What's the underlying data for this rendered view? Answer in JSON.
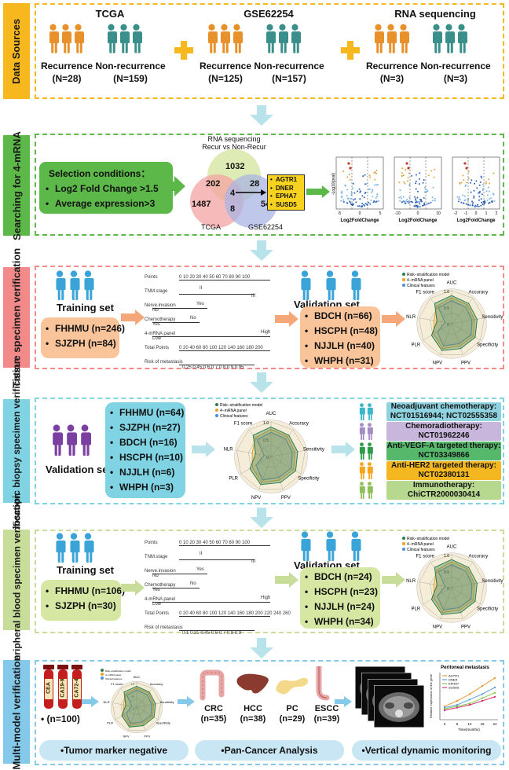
{
  "sections": {
    "data_sources": "Data Sources",
    "searching": "Searching for 4-mRNA",
    "tissue": "Tissue specimen verification",
    "endoscopic": "Endoscopic biopsy specimen verification",
    "peripheral": "Peripheral blood specimen verification",
    "multimodel": "Multi-model verification"
  },
  "data_sources": {
    "groups": [
      {
        "title": "TCGA",
        "rec_label": "Recurrence",
        "rec_n": "(N=28)",
        "non_label": "Non-recurrence",
        "non_n": "(N=159)"
      },
      {
        "title": "GSE62254",
        "rec_label": "Recurrence",
        "rec_n": "(N=125)",
        "non_label": "Non-recurrence",
        "non_n": "(N=157)"
      },
      {
        "title": "RNA sequencing",
        "rec_label": "Recurrence",
        "rec_n": "(N=3)",
        "non_label": "Non-recurrence",
        "non_n": "(N=3)"
      }
    ]
  },
  "searching": {
    "conditions_title": "Selection conditions：",
    "conditions": [
      "Log2 Fold Change >1.5",
      "Average expression>3"
    ],
    "venn_title_line1": "RNA sequencing",
    "venn_title_line2": "Recur vs Non-Recur",
    "venn_numbers": {
      "top": "1032",
      "left": "1487",
      "right": "54",
      "tl": "202",
      "tr": "28",
      "center": "4",
      "bottom": "8"
    },
    "venn_labels": {
      "left": "TCGA",
      "right": "GSE62254"
    },
    "genes": [
      "AGTR1",
      "DNER",
      "EPHA7",
      "SUSD5"
    ],
    "volcano_ylabel": "-Log10(pval)",
    "volcano_xlabel": "Log2FoldChange",
    "volcano_ticks": [
      [
        "-5",
        "0",
        "5"
      ],
      [
        "-10",
        "0",
        "10"
      ],
      [
        "-2",
        "-1",
        "0",
        "1",
        "2"
      ]
    ]
  },
  "tissue": {
    "training_label": "Training set",
    "training_items": [
      "FHHMU (n=246)",
      "SJZPH (n=84)"
    ],
    "validation_label": "Validation set",
    "validation_items": [
      "BDCH (n=66)",
      "HSCPH (n=48)",
      "NJJLH (n=40)",
      "WHPH (n=31)"
    ]
  },
  "nomogram": {
    "rows": [
      "Points",
      "TNM.stage",
      "Nerve.invasion",
      "Chemotherapy",
      "4-mRNA panel",
      "Total Points",
      "Risk of metastasis"
    ],
    "points_ticks": "0  10  20  30  40  50  60  70  80  90  100",
    "tnm": [
      "II",
      "III"
    ],
    "nerve": [
      "Yes",
      "No"
    ],
    "chemo": [
      "No",
      "Yes"
    ],
    "mrna": [
      "High",
      "Low"
    ],
    "total_ticks": "0  20  40  60  80  100  120  140  160  180  200",
    "risk_ticks": "0.25  0.45 0.6 0.7 0.8   0.9   0.95",
    "total_ticks_2": "0  20  40  60  80 100 120 140 160 180 200 220 240 260",
    "risk_ticks_2": "0.1    0.25   0.45 0.6 0.7 0.8 0.9"
  },
  "radar": {
    "legend": [
      "Risk−stratification model",
      "4−mRNA panel",
      "Clinical features"
    ],
    "axes": [
      "AUC",
      "Accuracy",
      "Sensitivity",
      "Specificity",
      "PPV",
      "NPV",
      "PLR",
      "NLR",
      "F1 score"
    ],
    "rings": [
      "1.0",
      "0.5",
      "0"
    ],
    "colors": {
      "risk": "#2e7d4a",
      "mrna": "#e6a02b",
      "clinical": "#4a90d9"
    },
    "series_values": {
      "risk": [
        0.85,
        0.8,
        0.78,
        0.82,
        0.8,
        0.86,
        0.7,
        0.45,
        0.8
      ],
      "mrna": [
        0.78,
        0.74,
        0.7,
        0.75,
        0.72,
        0.8,
        0.62,
        0.55,
        0.7
      ],
      "clinical": [
        0.7,
        0.66,
        0.62,
        0.68,
        0.64,
        0.72,
        0.5,
        0.2,
        0.62
      ]
    }
  },
  "endoscopic": {
    "validation_label": "Validation set",
    "items": [
      "FHHMU (n=64)",
      "SJZPH (n=27)",
      "BDCH (n=16)",
      "HSCPH (n=10)",
      "NJJLH (n=6)",
      "WHPH (n=3)"
    ],
    "therapies": [
      {
        "line1": "Neoadjuvant chemotherapy:",
        "line2": "NCT01516944; NCT02555358",
        "color": "#8fd3e0"
      },
      {
        "line1": "Chemoradiotherapy:",
        "line2": "NCT01962246",
        "color": "#c9b6dc"
      },
      {
        "line1": "Anti-VEGF-A targeted therapy:",
        "line2": "NCT03349866",
        "color": "#56b86b"
      },
      {
        "line1": "Anti-HER2 targeted therapy:",
        "line2": "NCT02380131",
        "color": "#f4b71f"
      },
      {
        "line1": "Immunotherapy:",
        "line2": "ChiCTR2000030414",
        "color": "#b6d88f"
      }
    ]
  },
  "peripheral": {
    "training_label": "Training set",
    "training_items": [
      "FHHMU (n=106)",
      "SJZPH (n=30)"
    ],
    "validation_label": "Validation set",
    "validation_items": [
      "BDCH (n=24)",
      "HSCPH (n=23)",
      "NJJLH (n=24)",
      "WHPH (n=34)"
    ]
  },
  "multimodel": {
    "tubes": [
      "CEA",
      "CA19-9",
      "CA72-4"
    ],
    "n_label": "(n=100)",
    "organs": [
      {
        "name": "CRC",
        "n": "(n=35)"
      },
      {
        "name": "HCC",
        "n": "(n=38)"
      },
      {
        "name": "PC",
        "n": "(n=29)"
      },
      {
        "name": "ESCC",
        "n": "(n=39)"
      }
    ],
    "line_chart": {
      "title": "Peritoneal metastasis",
      "legend": [
        "AGTR1",
        "DNER",
        "EPHA7",
        "SUSD5"
      ],
      "colors": [
        "#e89a3c",
        "#5aa0d8",
        "#8bc34a",
        "#d6336c"
      ],
      "xlabel": "Time(months)",
      "ylabel": "Relative expression of the gene",
      "x_ticks": [
        "3",
        "6",
        "12",
        "18",
        "24"
      ],
      "values": [
        [
          1.0,
          1.4,
          1.9,
          2.5,
          3.1
        ],
        [
          0.9,
          1.1,
          1.5,
          1.9,
          2.4
        ],
        [
          0.8,
          1.0,
          1.2,
          1.6,
          2.0
        ],
        [
          0.7,
          0.9,
          1.1,
          1.4,
          1.7
        ]
      ]
    },
    "pills": [
      "Tumor marker negative",
      "Pan-Cancer Analysis",
      "Vertical dynamic monitoring"
    ]
  },
  "colors": {
    "orange": "#e8912b",
    "teal": "#3a8f8a",
    "blue_person": "#3aa3d8",
    "purple_person": "#7a3fa0",
    "yellow_label": "#f7b71e",
    "green_label": "#5cb848",
    "pink_label": "#f28a8a",
    "cyan_label": "#7fd3e3",
    "lightgreen_label": "#c8dd9a",
    "skyblue_label": "#84c9ea"
  }
}
